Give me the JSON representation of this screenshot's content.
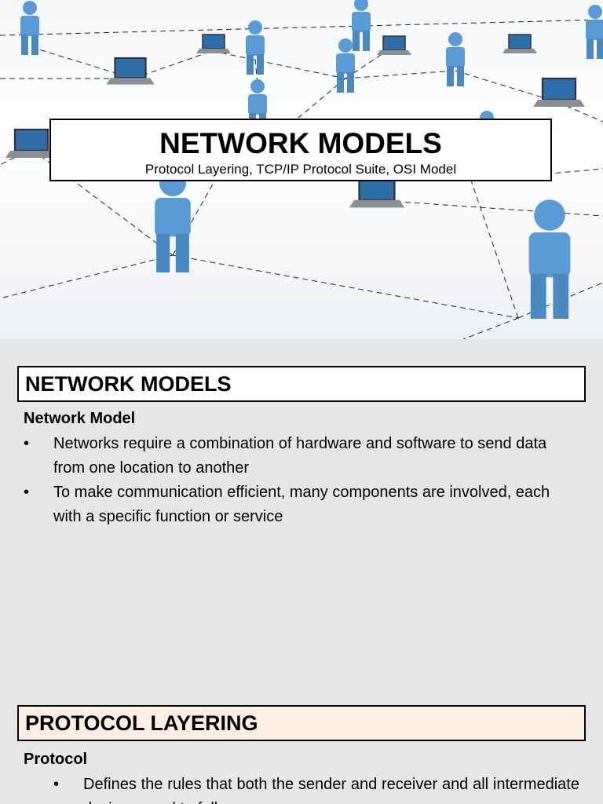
{
  "slide1": {
    "title": "NETWORK MODELS",
    "subtitle": "Protocol Layering, TCP/IP Protocol Suite, OSI Model"
  },
  "slide2": {
    "section_title": "NETWORK MODELS",
    "subheading": "Network Model",
    "bullets": [
      "Networks require a combination of hardware and software to send data from one location to another",
      "To make communication efficient, many components are involved, each with a specific function or service"
    ],
    "section2_title": "PROTOCOL LAYERING",
    "subheading2": "Protocol",
    "bullets2": [
      "Defines the rules that both the sender and receiver and all intermediate devices need to follow"
    ]
  },
  "colors": {
    "figure_blue": "#5b9bd5",
    "laptop_screen": "#2f6ea8",
    "peach_header": "#fdeee3",
    "slide2_bg": "#e6e6e6"
  }
}
